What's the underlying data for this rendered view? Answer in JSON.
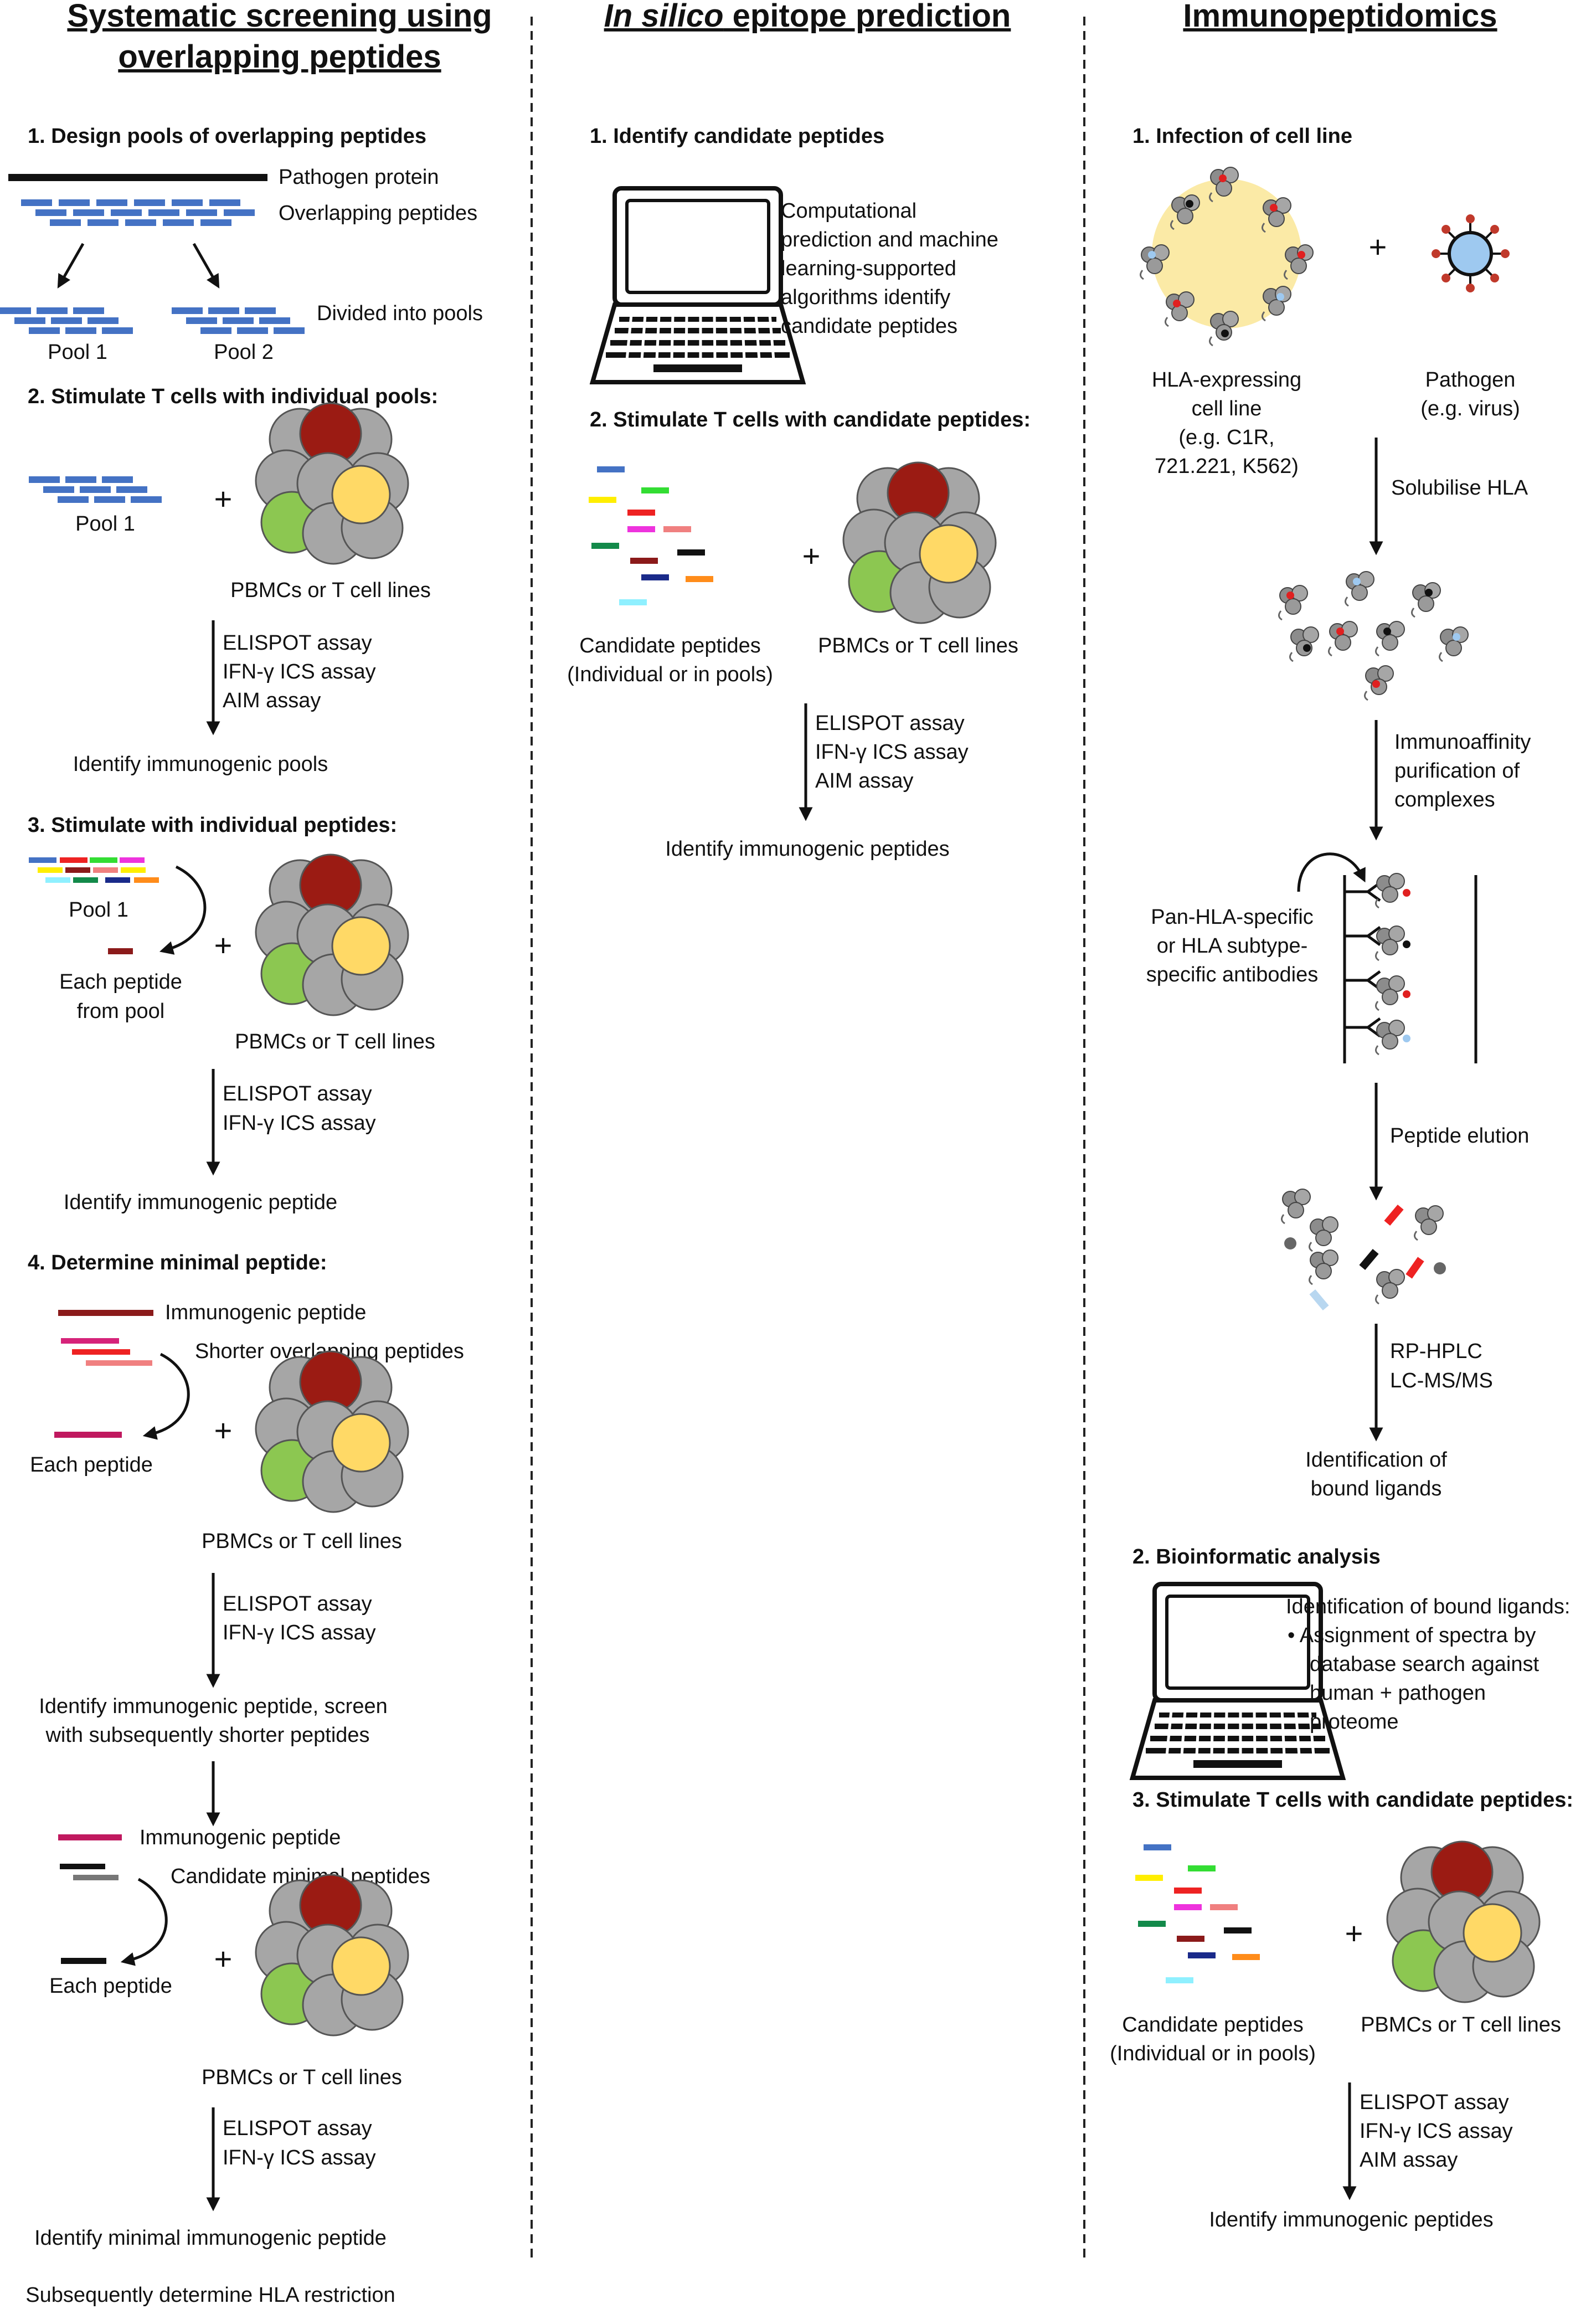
{
  "colors": {
    "pep_blue": "#4472c4",
    "cell_grey": "#a6a6a6",
    "cell_red": "#9b1b13",
    "cell_green": "#8cc751",
    "cell_yellow": "#ffd966",
    "infected_cell": "#fbeaa6",
    "divider": "#222222"
  },
  "titles": {
    "col1_line1": "Systematic screening using",
    "col1_line2": "overlapping peptides",
    "col2_italic": "In silico",
    "col2_rest": " epitope prediction",
    "col3": "Immunopeptidomics"
  },
  "col1": {
    "step1": "1. Design pools of overlapping peptides",
    "pathogen_protein": "Pathogen protein",
    "overlapping_peptides": "Overlapping peptides",
    "divided_pools": "Divided into pools",
    "pool1": "Pool 1",
    "pool2": "Pool 2",
    "step2": "2. Stimulate T cells with individual pools:",
    "s2_pool": "Pool 1",
    "plus": "+",
    "pbmc": "PBMCs or T cell lines",
    "assay_elispot": "ELISPOT assay",
    "assay_ics": "IFN-γ ICS assay",
    "assay_aim": "AIM assay",
    "identify_pools": "Identify immunogenic pools",
    "step3": "3. Stimulate with individual peptides:",
    "s3_pool": "Pool 1",
    "each_peptide_l1": "Each peptide",
    "each_peptide_l2": "from pool",
    "identify_peptide": "Identify immunogenic peptide",
    "step4": "4. Determine minimal peptide:",
    "immunogenic_peptide": "Immunogenic peptide",
    "shorter_overlapping": "Shorter overlapping peptides",
    "each_peptide": "Each peptide",
    "identify_screen_l1": "Identify immunogenic peptide, screen",
    "identify_screen_l2": "with subsequently shorter peptides",
    "immunogenic_peptide_2": "Immunogenic peptide",
    "candidate_minimal": "Candidate minimal peptides",
    "each_peptide_2": "Each peptide",
    "identify_minimal": "Identify minimal immunogenic peptide",
    "hla_restriction": "Subsequently determine HLA restriction"
  },
  "col2": {
    "step1": "1. Identify candidate peptides",
    "comp_l1": "Computational",
    "comp_l2": "prediction and machine",
    "comp_l3": "learning-supported",
    "comp_l4": "algorithms identify",
    "comp_l5": "candidate peptides",
    "step2": "2. Stimulate T cells with candidate peptides:",
    "candidate_l1": "Candidate peptides",
    "candidate_l2": "(Individual or in pools)",
    "pbmc": "PBMCs or T cell lines",
    "assay_elispot": "ELISPOT assay",
    "assay_ics": "IFN-γ ICS assay",
    "assay_aim": "AIM assay",
    "identify": "Identify immunogenic peptides"
  },
  "col3": {
    "step1": "1. Infection of cell line",
    "hla_l1": "HLA-expressing",
    "hla_l2": "cell line",
    "hla_l3": "(e.g. C1R,",
    "hla_l4": "721.221, K562)",
    "pathogen_l1": "Pathogen",
    "pathogen_l2": "(e.g. virus)",
    "plus": "+",
    "solubilise": "Solubilise HLA",
    "immuno_l1": "Immunoaffinity",
    "immuno_l2": "purification of",
    "immuno_l3": "complexes",
    "antibody_l1": "Pan-HLA-specific",
    "antibody_l2": "or HLA subtype-",
    "antibody_l3": "specific antibodies",
    "elution": "Peptide elution",
    "rphplc": "RP-HPLC",
    "lcms": "LC-MS/MS",
    "ligands_l1": "Identification of",
    "ligands_l2": "bound ligands",
    "step2": "2. Bioinformatic analysis",
    "bio_l1": "Identification of bound ligands:",
    "bio_l2": "• Assignment of spectra by",
    "bio_l3": "database search against",
    "bio_l4": "human + pathogen",
    "bio_l5": "proteome",
    "step3": "3. Stimulate T cells with candidate peptides:",
    "candidate_l1": "Candidate peptides",
    "candidate_l2": "(Individual or in pools)",
    "pbmc": "PBMCs or T cell lines",
    "assay_elispot": "ELISPOT assay",
    "assay_ics": "IFN-γ ICS assay",
    "assay_aim": "AIM assay",
    "identify": "Identify immunogenic peptides"
  }
}
